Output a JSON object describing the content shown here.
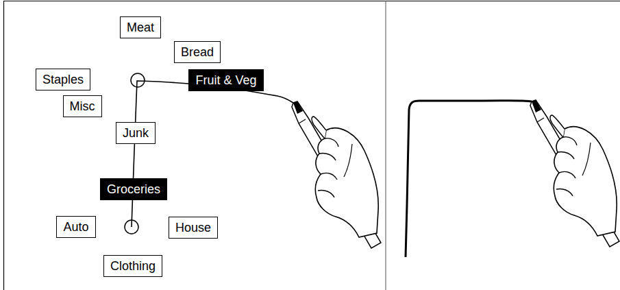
{
  "diagram": {
    "nodes": [
      {
        "text": [
          "Meat"
        ]
      },
      {
        "text": [
          "Bread"
        ]
      },
      {
        "text": [
          "Staples"
        ]
      },
      {
        "text": [
          "Fruit & Veg"
        ]
      },
      {
        "text": [
          "Misc"
        ]
      },
      {
        "text": [
          "Junk"
        ]
      },
      {
        "text": [
          "Groceries"
        ]
      },
      {
        "text": [
          "Auto"
        ]
      },
      {
        "text": [
          "House"
        ]
      },
      {
        "text": [
          "Clothing"
        ]
      }
    ]
  }
}
